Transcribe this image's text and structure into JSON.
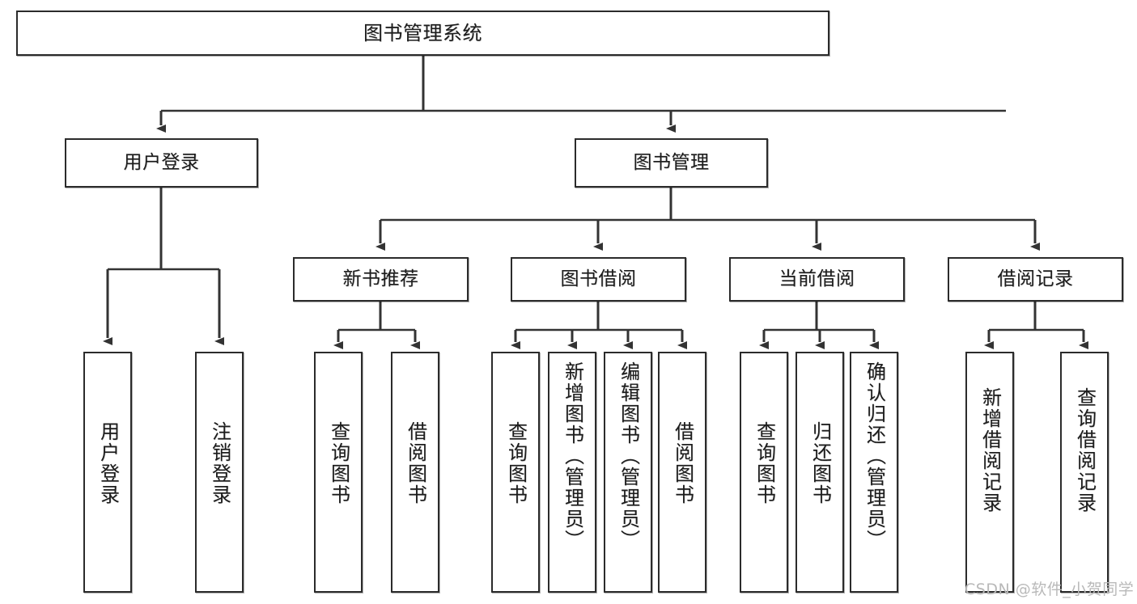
{
  "diagram": {
    "title": "图书管理系统",
    "watermark": "CSDN @软件_小贺同学",
    "colors": {
      "box_border": "#2b2b2b",
      "box_fill": "#ffffff",
      "wire": "#333333",
      "text": "#1c1c1c",
      "watermark": "#b9b9b9",
      "background": "#ffffff"
    },
    "nodes": {
      "root": {
        "label": "图书管理系统"
      },
      "level2": [
        {
          "id": "user-login",
          "label": "用户登录"
        },
        {
          "id": "book-management",
          "label": "图书管理"
        }
      ],
      "level3": [
        {
          "id": "new-book-recommend",
          "label": "新书推荐"
        },
        {
          "id": "book-borrow",
          "label": "图书借阅"
        },
        {
          "id": "current-borrow",
          "label": "当前借阅"
        },
        {
          "id": "borrow-record",
          "label": "借阅记录"
        }
      ],
      "leaves": {
        "user_login": [
          {
            "id": "leaf-user-login",
            "label": "用户登录"
          },
          {
            "id": "leaf-logout-login",
            "label": "注销登录"
          }
        ],
        "new_book_recommend": [
          {
            "id": "leaf-query-book-1",
            "label": "查询图书"
          },
          {
            "id": "leaf-borrow-book-1",
            "label": "借阅图书"
          }
        ],
        "book_borrow": [
          {
            "id": "leaf-query-book-2",
            "label": "查询图书"
          },
          {
            "id": "leaf-add-book",
            "label": "新增图书（管理员）"
          },
          {
            "id": "leaf-edit-book",
            "label": "编辑图书（管理员）"
          },
          {
            "id": "leaf-borrow-book-2",
            "label": "借阅图书"
          }
        ],
        "current_borrow": [
          {
            "id": "leaf-query-book-3",
            "label": "查询图书"
          },
          {
            "id": "leaf-return-book",
            "label": "归还图书"
          },
          {
            "id": "leaf-confirm-return",
            "label": "确认归还（管理员）"
          }
        ],
        "borrow_record": [
          {
            "id": "leaf-add-record",
            "label": "新增借阅记录"
          },
          {
            "id": "leaf-query-record",
            "label": "查询借阅记录"
          }
        ]
      }
    }
  }
}
